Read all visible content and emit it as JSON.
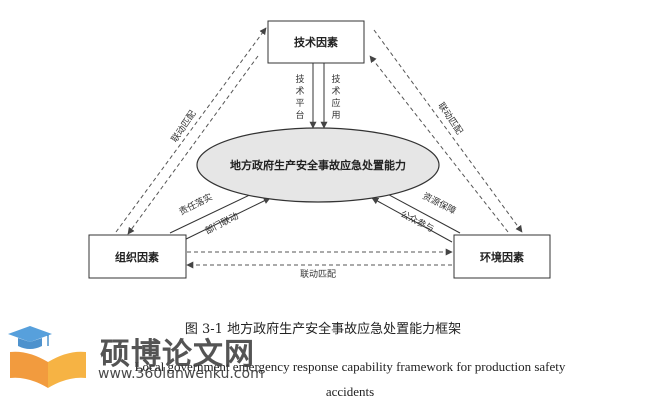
{
  "diagram": {
    "nodes": {
      "tech": "技术因素",
      "org": "组织因素",
      "env": "环境因素",
      "center": "地方政府生产安全事故应急处置能力"
    },
    "edge_labels": {
      "tech_platform": [
        "技",
        "术",
        "平",
        "台"
      ],
      "tech_application": [
        "技",
        "术",
        "应",
        "用"
      ],
      "org_responsibility": "责任落实",
      "org_department": "部门联动",
      "env_resource": "资源保障",
      "env_public": "公众参与",
      "link_left": "联动匹配",
      "link_right": "联动匹配",
      "link_bottom": "联动匹配"
    }
  },
  "caption": {
    "chinese": "图 3-1  地方政府生产安全事故应急处置能力框架",
    "english_line1": "Local government emergency response capability framework for production safety",
    "english_line2": "accidents"
  },
  "watermark": {
    "title": "硕博论文网",
    "url": "www.360lunwenku.com"
  }
}
